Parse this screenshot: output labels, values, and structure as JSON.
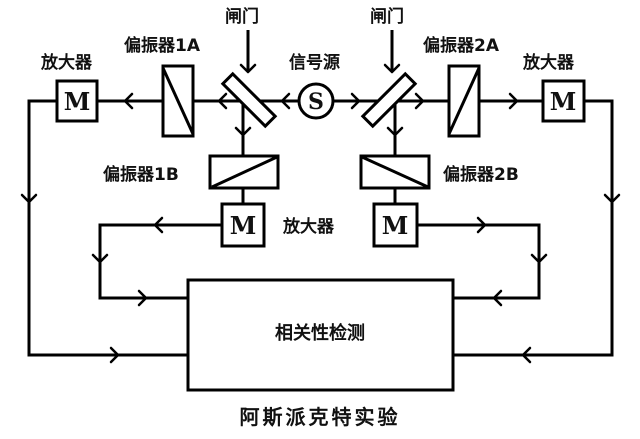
{
  "diagram": {
    "caption": "阿斯派克特实验",
    "source": {
      "label": "信号源",
      "symbol": "S"
    },
    "gates": {
      "left_label": "闸门",
      "right_label": "闸门"
    },
    "polarizers": {
      "p1a": "偏振器1A",
      "p2a": "偏振器2A",
      "p1b": "偏振器1B",
      "p2b": "偏振器2B"
    },
    "amplifiers": {
      "left_top_label": "放大器",
      "right_top_label": "放大器",
      "bottom_label": "放大器",
      "symbol": "M"
    },
    "detector": {
      "label": "相关性检测"
    }
  }
}
